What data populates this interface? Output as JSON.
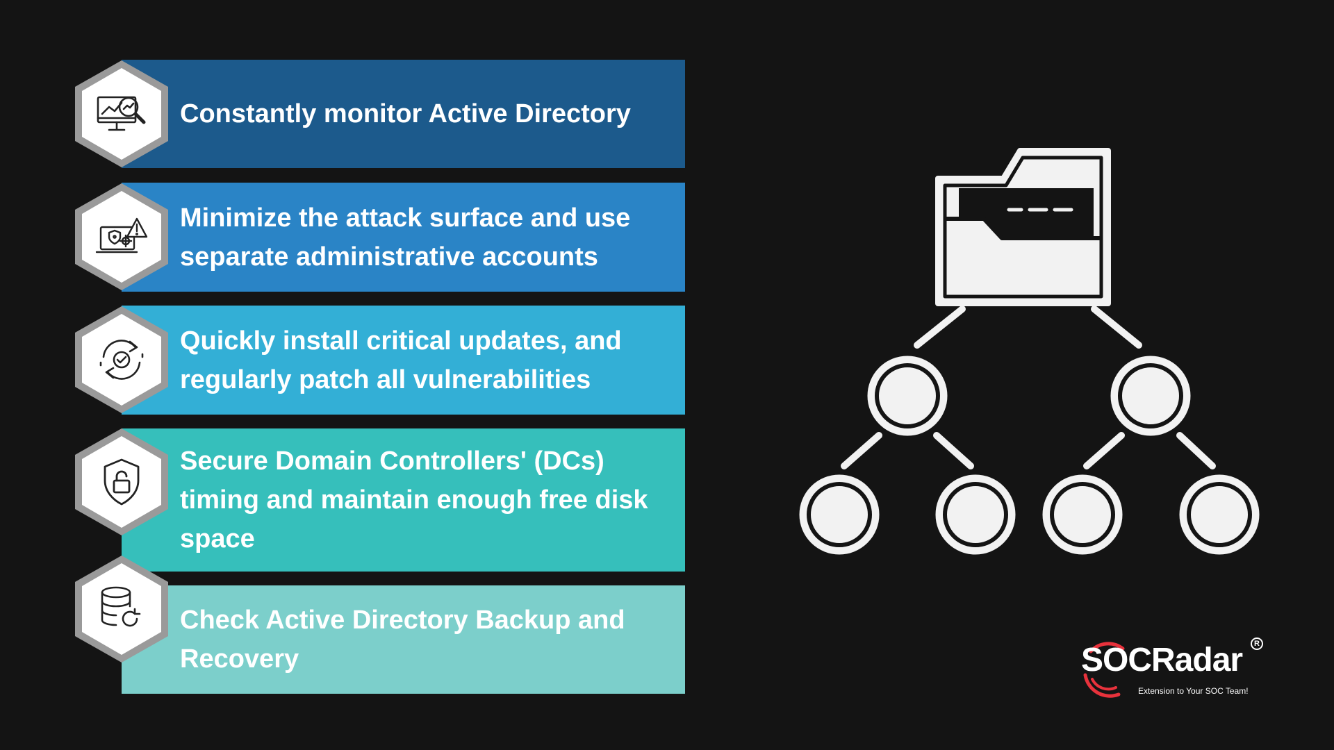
{
  "items": [
    {
      "text": "Constantly monitor Active Directory",
      "color": "#1c5a8c",
      "icon": "monitor-analytics-icon"
    },
    {
      "text": "Minimize the attack surface and use separate administrative accounts",
      "color": "#2a84c6",
      "icon": "laptop-threat-warning-icon"
    },
    {
      "text": "Quickly install critical updates, and regularly patch all vulnerabilities",
      "color": "#33afd6",
      "icon": "sync-check-icon"
    },
    {
      "text": "Secure Domain Controllers' (DCs) timing and maintain enough free disk space",
      "color": "#36bfbb",
      "icon": "shield-lock-icon"
    },
    {
      "text": "Check Active Directory Backup and Recovery",
      "color": "#7ccfcb",
      "icon": "database-refresh-icon"
    }
  ],
  "diagram": {
    "root": "folder-icon",
    "node_color": "#f2f2f2",
    "line_color": "#f2f2f2"
  },
  "logo": {
    "name": "SOCRadar",
    "registered": "R",
    "tagline": "Extension to Your SOC Team!",
    "accent": "#e8323c"
  },
  "colors": {
    "background": "#141414",
    "hex_outer": "#9a9a9a",
    "hex_inner": "#ffffff"
  }
}
